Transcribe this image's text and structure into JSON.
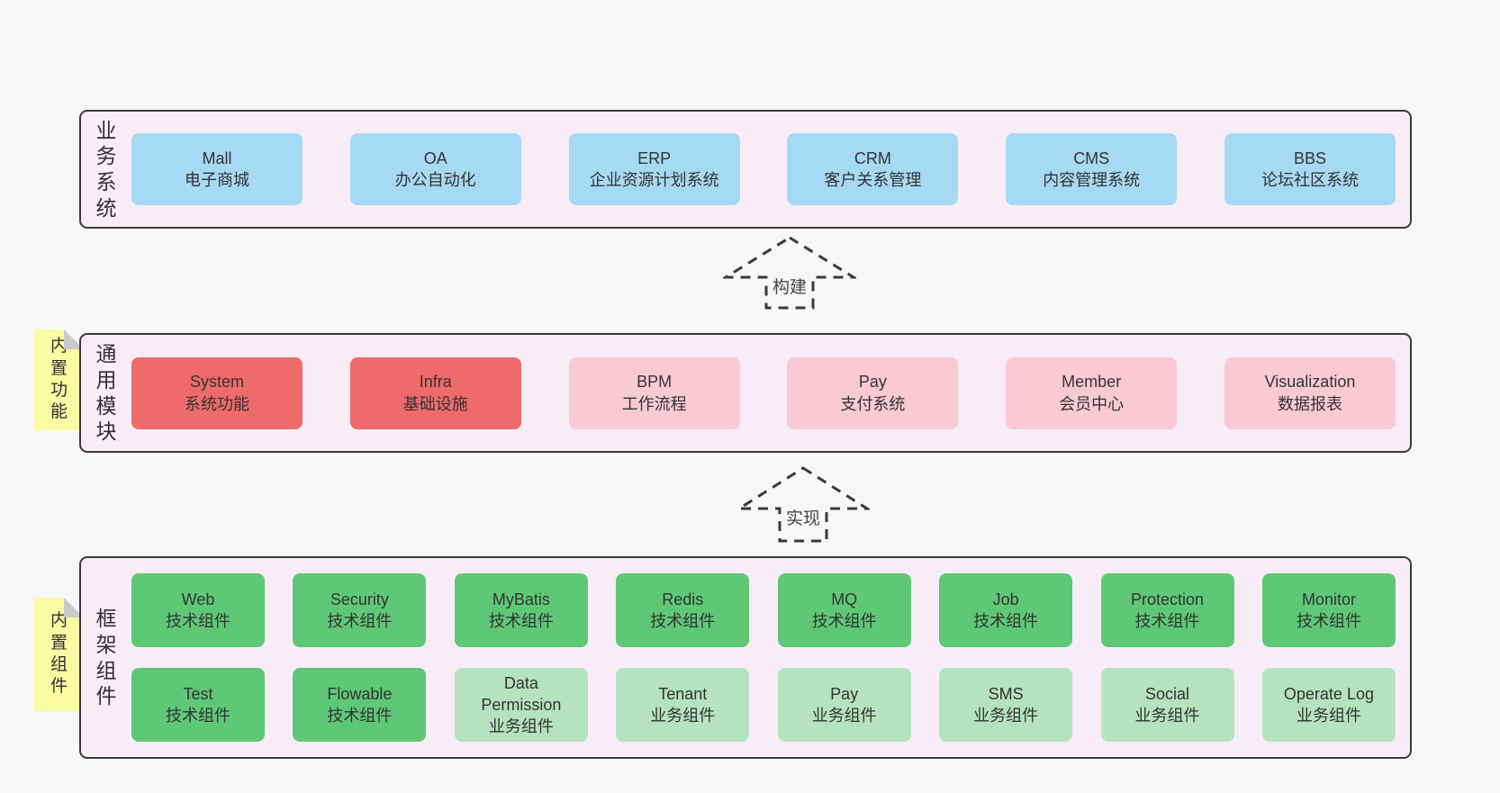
{
  "colors": {
    "page_background": "#f7f7f7",
    "layer_background": "#f8edf7",
    "layer_border": "#3a3a3a",
    "box_blue": "#a6d9f3",
    "box_red": "#ef6a6a",
    "box_pink": "#f9c9d6",
    "box_green": "#5ec877",
    "box_light_green": "#b5e3bf",
    "note_yellow": "#fbfba3",
    "note_fold_gray": "#c9c9c9",
    "text": "#333333"
  },
  "diagram": {
    "layers": {
      "business": {
        "label": "业务系统",
        "boxes": [
          {
            "name": "Mall",
            "desc": "电子商城",
            "variant": "blue"
          },
          {
            "name": "OA",
            "desc": "办公自动化",
            "variant": "blue"
          },
          {
            "name": "ERP",
            "desc": "企业资源计划系统",
            "variant": "blue"
          },
          {
            "name": "CRM",
            "desc": "客户关系管理",
            "variant": "blue"
          },
          {
            "name": "CMS",
            "desc": "内容管理系统",
            "variant": "blue"
          },
          {
            "name": "BBS",
            "desc": "论坛社区系统",
            "variant": "blue"
          }
        ]
      },
      "modules": {
        "label": "通用模块",
        "note": "内置功能",
        "boxes": [
          {
            "name": "System",
            "desc": "系统功能",
            "variant": "red"
          },
          {
            "name": "Infra",
            "desc": "基础设施",
            "variant": "red"
          },
          {
            "name": "BPM",
            "desc": "工作流程",
            "variant": "pink"
          },
          {
            "name": "Pay",
            "desc": "支付系统",
            "variant": "pink"
          },
          {
            "name": "Member",
            "desc": "会员中心",
            "variant": "pink"
          },
          {
            "name": "Visualization",
            "desc": "数据报表",
            "variant": "pink"
          }
        ]
      },
      "components": {
        "label": "框架组件",
        "note": "内置组件",
        "row1": [
          {
            "name": "Web",
            "desc": "技术组件",
            "variant": "green"
          },
          {
            "name": "Security",
            "desc": "技术组件",
            "variant": "green"
          },
          {
            "name": "MyBatis",
            "desc": "技术组件",
            "variant": "green"
          },
          {
            "name": "Redis",
            "desc": "技术组件",
            "variant": "green"
          },
          {
            "name": "MQ",
            "desc": "技术组件",
            "variant": "green"
          },
          {
            "name": "Job",
            "desc": "技术组件",
            "variant": "green"
          },
          {
            "name": "Protection",
            "desc": "技术组件",
            "variant": "green"
          },
          {
            "name": "Monitor",
            "desc": "技术组件",
            "variant": "green"
          }
        ],
        "row2": [
          {
            "name": "Test",
            "desc": "技术组件",
            "variant": "green"
          },
          {
            "name": "Flowable",
            "desc": "技术组件",
            "variant": "green"
          },
          {
            "name": "Data Permission",
            "desc": "业务组件",
            "variant": "lightgreen"
          },
          {
            "name": "Tenant",
            "desc": "业务组件",
            "variant": "lightgreen"
          },
          {
            "name": "Pay",
            "desc": "业务组件",
            "variant": "lightgreen"
          },
          {
            "name": "SMS",
            "desc": "业务组件",
            "variant": "lightgreen"
          },
          {
            "name": "Social",
            "desc": "业务组件",
            "variant": "lightgreen"
          },
          {
            "name": "Operate Log",
            "desc": "业务组件",
            "variant": "lightgreen"
          }
        ]
      }
    },
    "arrows": {
      "build": "构建",
      "implement": "实现"
    }
  }
}
